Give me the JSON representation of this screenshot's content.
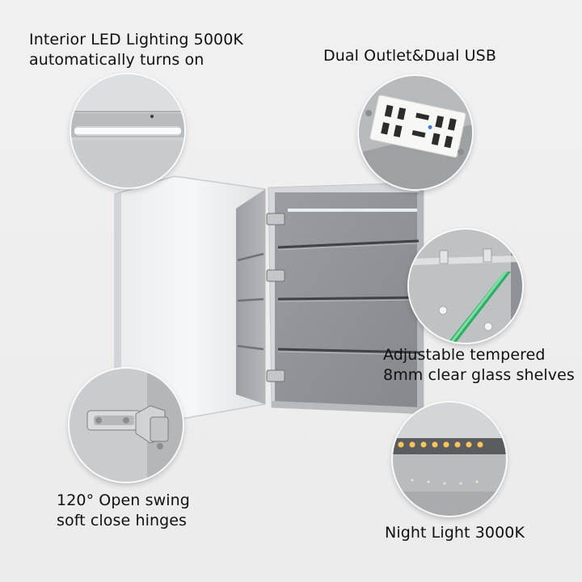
{
  "features": {
    "led": {
      "line1": "Interior LED Lighting 5000K",
      "line2": "automatically turns on"
    },
    "outlet": {
      "line1": "Dual Outlet&Dual USB"
    },
    "glass": {
      "line1": "Adjustable tempered",
      "line2": "8mm clear glass shelves"
    },
    "hinge": {
      "line1": "120° Open swing",
      "line2": "soft close hinges"
    },
    "night": {
      "line1": "Night Light 3000K"
    }
  },
  "colors": {
    "background": "#eeeeee",
    "cabinet_interior": "#8f9296",
    "glass_edge": "#33b36a",
    "led_cool": "#f4fbff",
    "led_warm": "#ffc35a"
  }
}
